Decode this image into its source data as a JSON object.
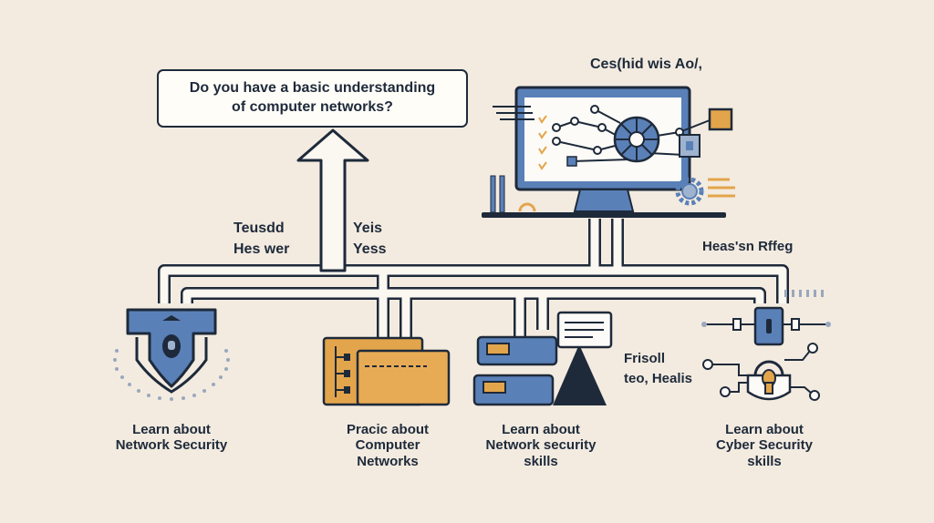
{
  "colors": {
    "background": "#f3ebe0",
    "ink": "#1e2a3a",
    "blue": "#5a80b8",
    "orange": "#e3a54b"
  },
  "question": {
    "line1": "Do you have a basic understanding",
    "line2": "of computer networks?"
  },
  "top_right_caption": "Ces(hid wis Ao/,",
  "branch_labels": {
    "left": {
      "line1": "Teusdd",
      "line2": "Hes wer"
    },
    "right": {
      "line1": "Yeis",
      "line2": "Yess"
    },
    "far_right": "Heas'sn Rffeg"
  },
  "side_note": {
    "line1": "Frisoll",
    "line2": "teo, Healis"
  },
  "outcomes": [
    {
      "lines": [
        "Learn about",
        "Network Security"
      ],
      "icon": "shield-icon"
    },
    {
      "lines": [
        "Pracic about",
        "Computer",
        "Networks"
      ],
      "icon": "folder-icon"
    },
    {
      "lines": [
        "Learn about",
        "Network security",
        "skills"
      ],
      "icon": "server-stack-icon"
    },
    {
      "lines": [
        "Learn about",
        "Cyber Security",
        "skills"
      ],
      "icon": "padlock-circuit-icon"
    }
  ],
  "icons": {
    "monitor": "monitor-network-icon",
    "arrow": "up-arrow-icon",
    "gear": "gear-icon"
  }
}
